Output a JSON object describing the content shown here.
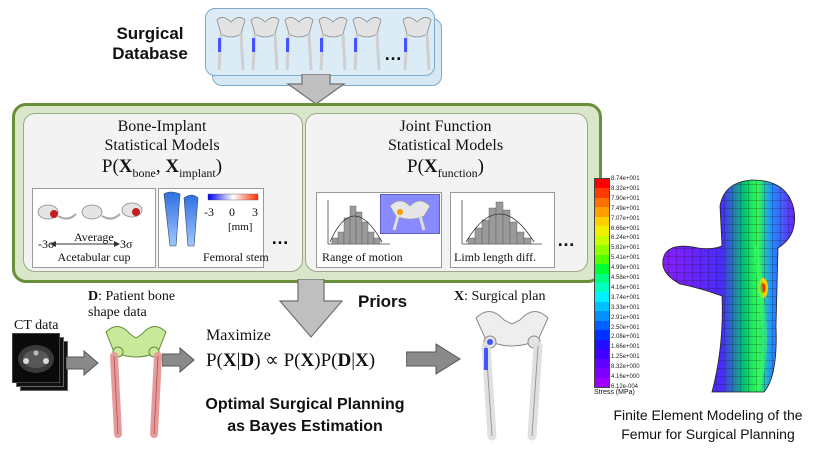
{
  "database": {
    "title_line1": "Surgical",
    "title_line2": "Database",
    "ellipsis": "…"
  },
  "bone_implant": {
    "title_line1": "Bone-Implant",
    "title_line2": "Statistical Models",
    "formula": {
      "prefix": "P(",
      "var1": "X",
      "sub1": "bone",
      "sep": ", ",
      "var2": "X",
      "sub2": "implant",
      "suffix": ")"
    },
    "cup": {
      "minus": "-3σ",
      "average": "Average",
      "plus": "3σ",
      "label": "Acetabular cup"
    },
    "stem": {
      "scale_min": "-3",
      "scale_mid": "0",
      "scale_max": "3",
      "unit": "[mm]",
      "label": "Femoral stem"
    },
    "ellipsis": "…"
  },
  "joint_function": {
    "title_line1": "Joint Function",
    "title_line2": "Statistical Models",
    "formula": {
      "prefix": "P(",
      "var": "X",
      "sub": "function",
      "suffix": ")"
    },
    "rom_label": "Range of motion",
    "limb_label": "Limb length diff.",
    "ellipsis": "…"
  },
  "priors": "Priors",
  "ct_data": "CT data",
  "patient": {
    "var": "D",
    "line1": ": Patient bone",
    "line2": "shape data"
  },
  "maximize": "Maximize",
  "equation": {
    "lhs_p": "P(",
    "x1": "X",
    "bar1": "|",
    "d1": "D",
    "close1": ")",
    "prop": " ∝ ",
    "p2": "P(",
    "x2": "X",
    "close2": ")",
    "p3": "P(",
    "d2": "D",
    "bar2": "|",
    "x3": "X",
    "close3": ")"
  },
  "surgical_plan": {
    "var": "X",
    "text": ": Surgical plan"
  },
  "optimal": {
    "line1": "Optimal Surgical Planning",
    "line2": "as Bayes Estimation"
  },
  "fem": {
    "stress_title": "Stress (MPa)",
    "caption_line1": "Finite Element Modeling of the",
    "caption_line2": "Femur for Surgical Planning",
    "scale": [
      "8.74e+001",
      "8.32e+001",
      "7.90e+001",
      "7.49e+001",
      "7.07e+001",
      "6.66e+001",
      "6.24e+001",
      "5.82e+001",
      "5.41e+001",
      "4.99e+001",
      "4.58e+001",
      "4.16e+001",
      "3.74e+001",
      "3.33e+001",
      "2.91e+001",
      "2.50e+001",
      "2.08e+001",
      "1.66e+001",
      "1.25e+001",
      "8.32e+000",
      "4.16e+000",
      "6.12e-004"
    ],
    "scale_colors": [
      "#ff0000",
      "#ff3a00",
      "#ff7000",
      "#ffa000",
      "#ffd000",
      "#f0f000",
      "#c8ff00",
      "#90ff00",
      "#50ff00",
      "#00ff30",
      "#00ff80",
      "#00ffc0",
      "#00f0ff",
      "#00c0ff",
      "#0090ff",
      "#0060ff",
      "#0030ff",
      "#2010ff",
      "#4000ff",
      "#6000ff",
      "#8000ff",
      "#a000ff"
    ]
  }
}
